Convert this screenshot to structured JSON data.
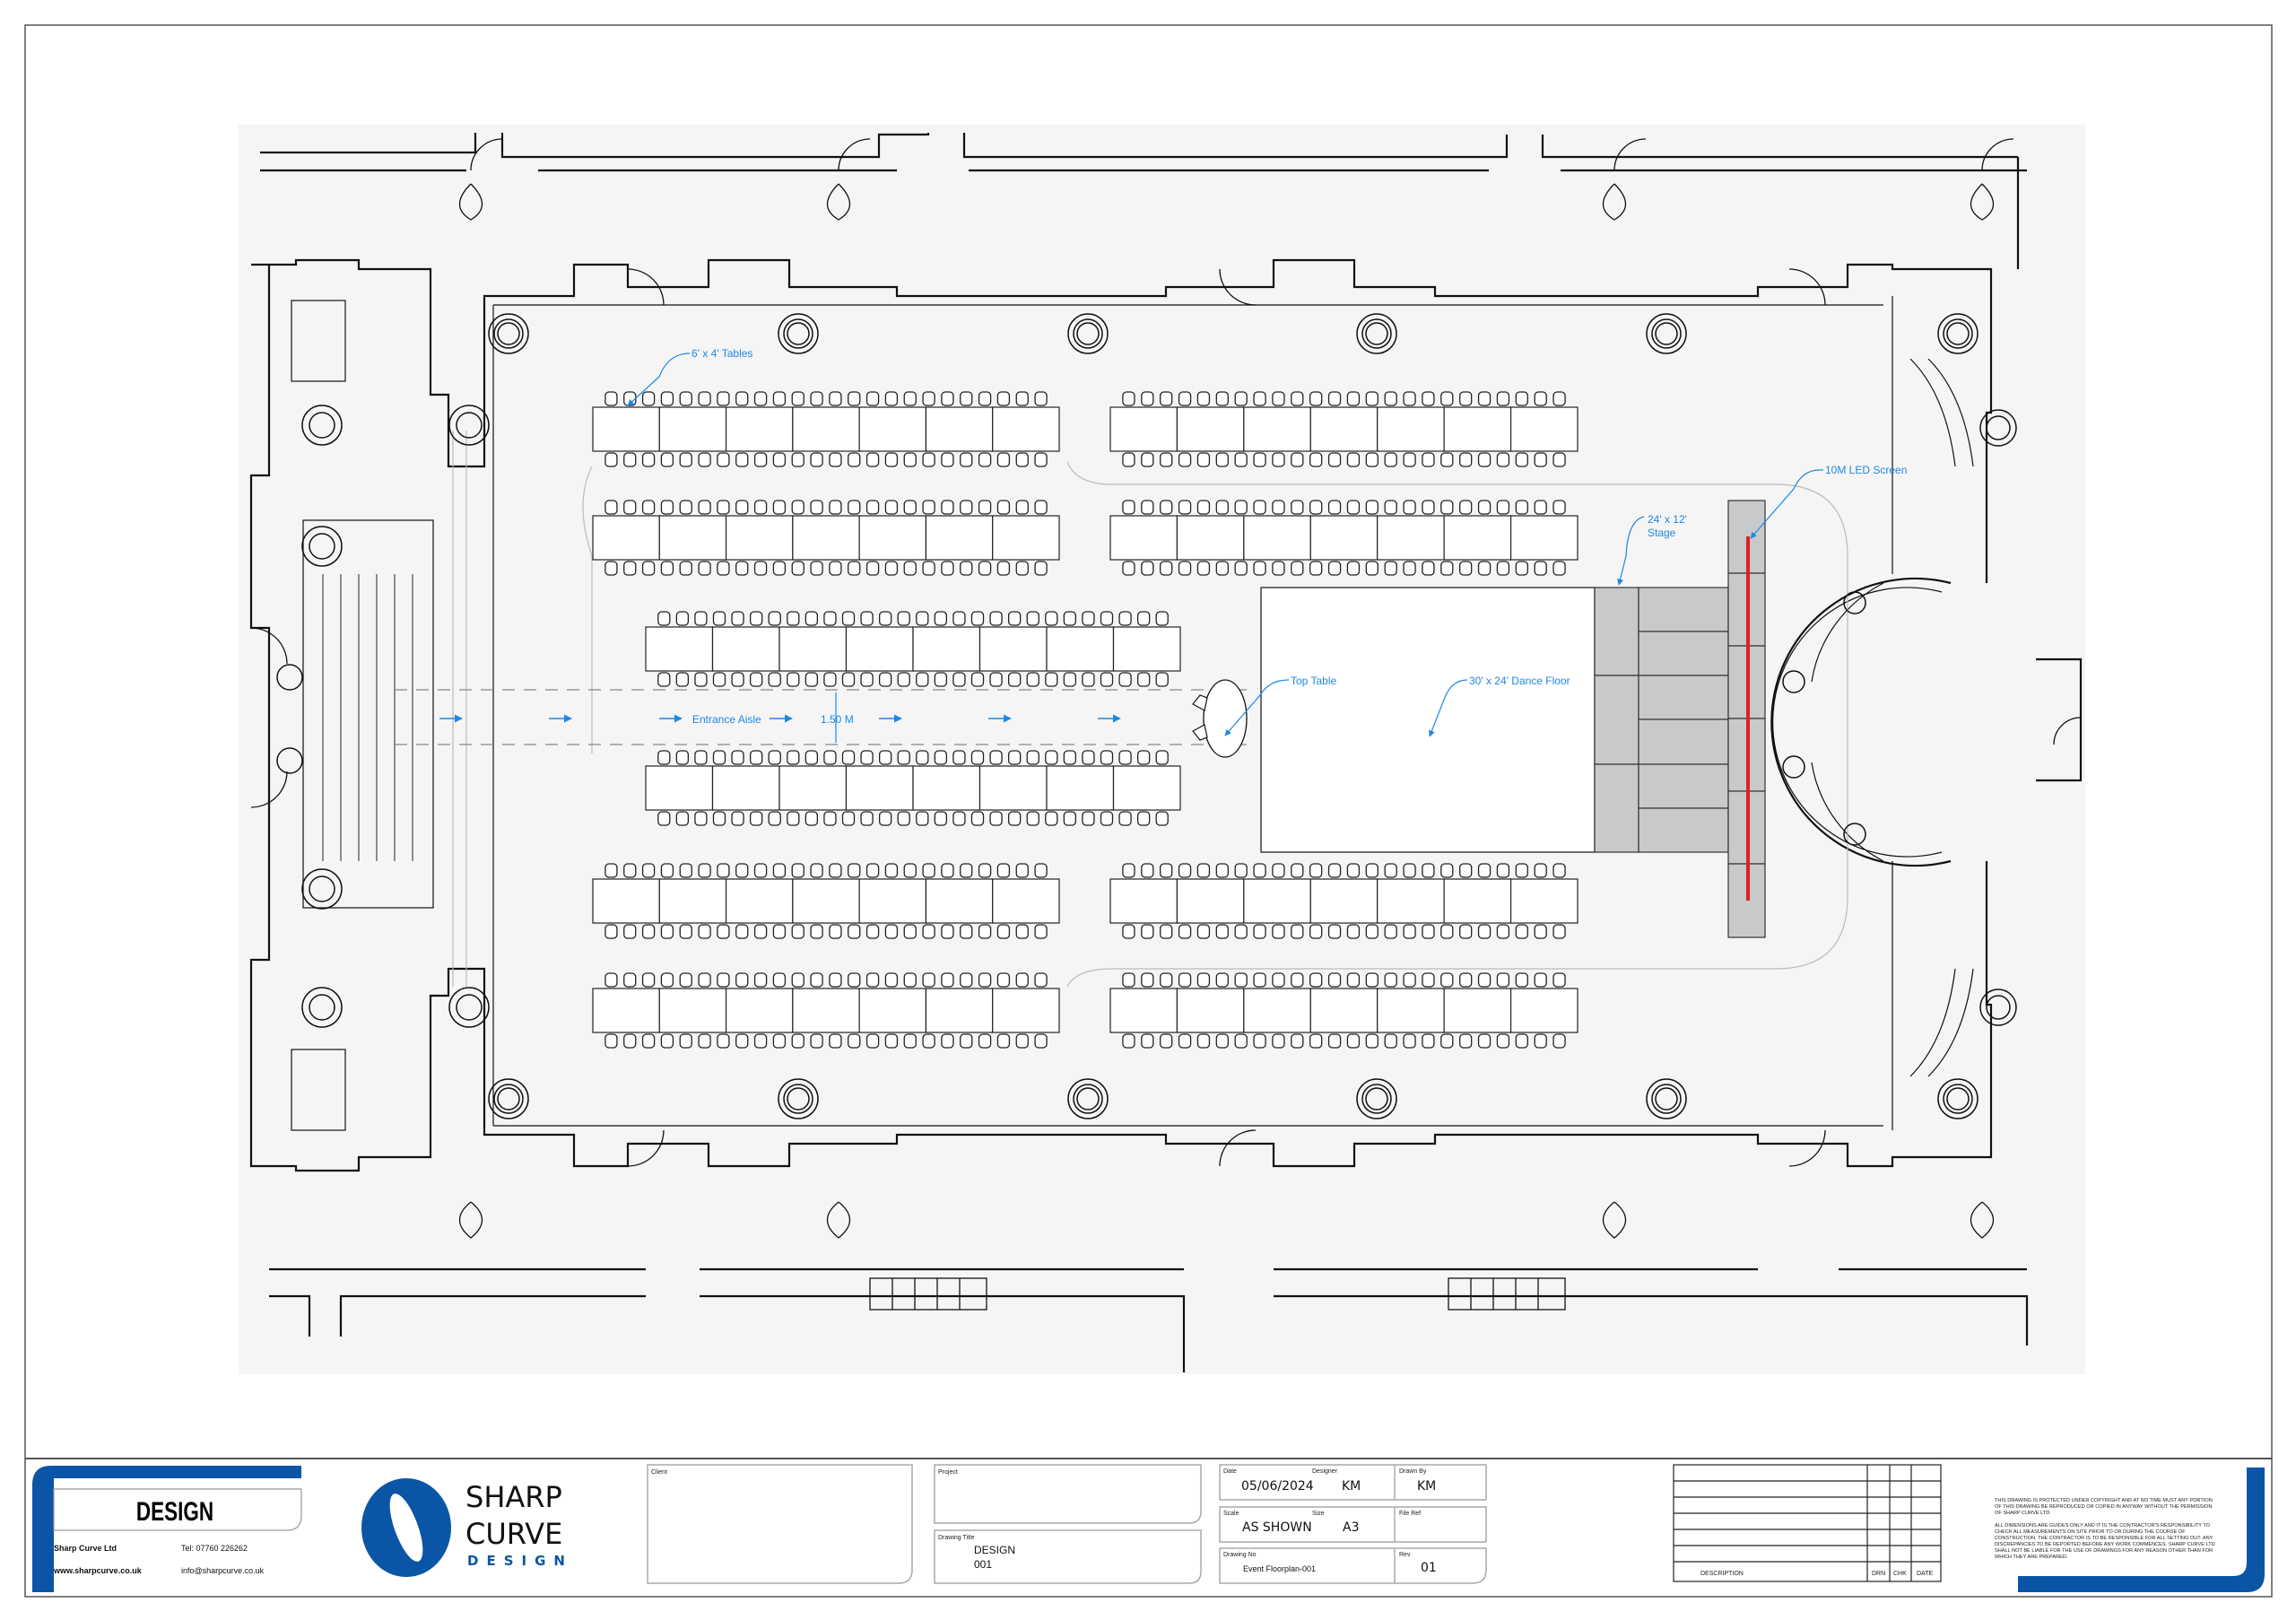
{
  "plan": {
    "labels": {
      "tables": "6' x 4' Tables",
      "stage_line1": "24' x 12'",
      "stage_line2": "Stage",
      "led_screen": "10M LED Screen",
      "top_table": "Top Table",
      "dance_floor": "30' x 24' Dance Floor",
      "entrance_aisle": "Entrance Aisle",
      "aisle_width": "1.50 M"
    },
    "table_rows": [
      {
        "name": "row-1-left",
        "tables": 7,
        "chairs_per_side": 24
      },
      {
        "name": "row-1-right",
        "tables": 7,
        "chairs_per_side": 24
      },
      {
        "name": "row-2-left",
        "tables": 7,
        "chairs_per_side": 24
      },
      {
        "name": "row-2-right",
        "tables": 7,
        "chairs_per_side": 24
      },
      {
        "name": "center-row-1",
        "tables": 8,
        "chairs_per_side": 28
      },
      {
        "name": "center-row-2",
        "tables": 8,
        "chairs_per_side": 28
      },
      {
        "name": "row-4-left",
        "tables": 7,
        "chairs_per_side": 24
      },
      {
        "name": "row-4-right",
        "tables": 7,
        "chairs_per_side": 24
      },
      {
        "name": "row-5-left",
        "tables": 7,
        "chairs_per_side": 24
      },
      {
        "name": "row-5-right",
        "tables": 7,
        "chairs_per_side": 24
      }
    ],
    "colors": {
      "annotation": "#1e88e5",
      "led": "#e02020",
      "stage": "#c8c9cb",
      "background": "#f5f5f5"
    }
  },
  "title_block": {
    "design_label": "DESIGN",
    "company": "Sharp Curve Ltd",
    "tel": "Tel: 07760 226262",
    "web": "www.sharpcurve.co.uk",
    "email": "info@sharpcurve.co.uk",
    "logo_line1": "SHARP",
    "logo_line2": "CURVE",
    "logo_line3": "DESIGN",
    "client_label": "Client",
    "project_label": "Project",
    "drawing_title_label": "Drawing Title",
    "drawing_title_1": "DESIGN",
    "drawing_title_2": "001",
    "date_label": "Date",
    "date": "05/06/2024",
    "designer_label": "Designer",
    "designer": "KM",
    "drawn_by_label": "Drawn By",
    "drawn_by": "KM",
    "scale_label": "Scale",
    "scale": "AS SHOWN",
    "size_label": "Size",
    "size": "A3",
    "file_ref_label": "File Ref",
    "drawing_no_label": "Drawing No",
    "drawing_no": "Event Floorplan-001",
    "rev_label": "Rev",
    "rev": "01",
    "rev_table": {
      "description": "DESCRIPTION",
      "drn": "DRN",
      "chk": "CHK",
      "date": "DATE"
    },
    "notes_1": [
      "THIS DRAWING IS PROTECTED UNDER COPYRIGHT AND AT NO TIME MUST ANY PORTION",
      "OF THIS DRAWING BE REPRODUCED OR COPIED IN ANYWAY WITHOUT THE PERMISSION",
      "OF SHARP CURVE LTD."
    ],
    "notes_2": [
      "ALL DIMENSIONS ARE GUIDES ONLY AND IT IS THE CONTRACTOR'S RESPONSIBILITY TO",
      "CHECK ALL MEASUREMENTS ON SITE PRIOR TO OR DURING THE COURSE OF",
      "CONSTRUCTION. THE CONTRACTOR IS TO BE RESPONSIBLE FOR ALL SETTING OUT.  ANY",
      "DISCREPANCIES TO BE REPORTED BEFORE ANY WORK COMMENCES.  SHARP CURVE LTD",
      "SHALL NOT BE LIABLE FOR THE USE OF DRAWINGS FOR ANY REASON OTHER THAN FOR",
      "WHICH THEY ARE PREPARED."
    ]
  }
}
